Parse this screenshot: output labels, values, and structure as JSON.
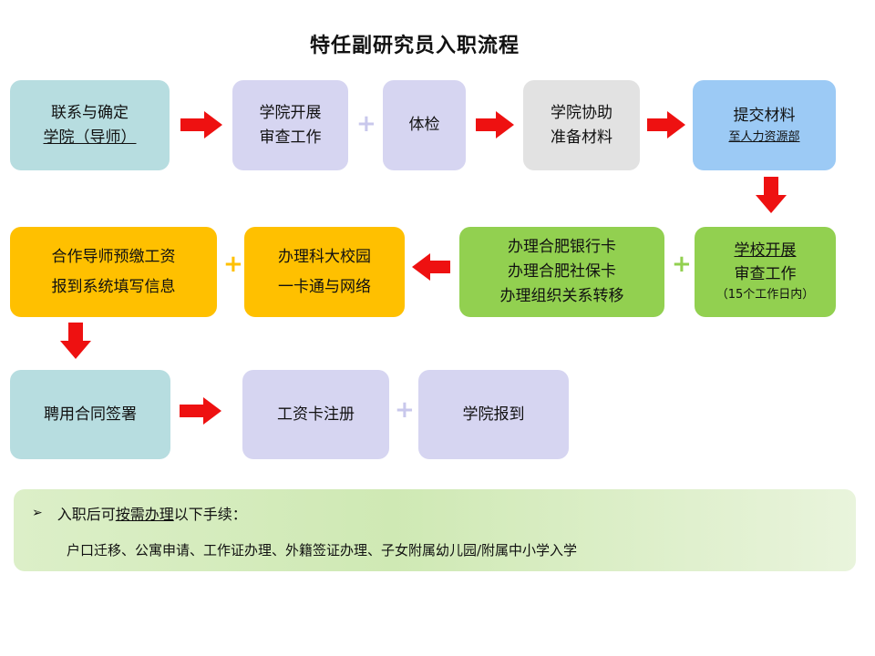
{
  "title": "特任副研究员入职流程",
  "colors": {
    "arrow": "#ee1111",
    "teal": "#b7dde0",
    "lavender": "#d6d5f1",
    "grey": "#e2e2e2",
    "blue": "#9ccaf5",
    "green": "#92d050",
    "amber": "#ffc000"
  },
  "steps": {
    "contact": {
      "line1": "联系与确定",
      "line2": "学院（导师）"
    },
    "college_review": {
      "line1": "学院开展",
      "line2": "审查工作"
    },
    "medical": {
      "line1": "体检"
    },
    "college_assist": {
      "line1": "学院协助",
      "line2": "准备材料"
    },
    "submit": {
      "line1": "提交材料",
      "line2": "至人力资源部"
    },
    "school_review": {
      "line1": "学校开展",
      "line2": "审查工作",
      "line3": "（15个工作日内）"
    },
    "bank": {
      "line1": "办理合肥银行卡",
      "line2": "办理合肥社保卡",
      "line3": "办理组织关系转移"
    },
    "campus_card": {
      "line1": "办理科大校园",
      "line2": "一卡通与网络"
    },
    "advisor_pay": {
      "line1": "合作导师预缴工资",
      "line2": "报到系统填写信息"
    },
    "contract": {
      "line1": "聘用合同签署"
    },
    "salary_card": {
      "line1": "工资卡注册"
    },
    "report": {
      "line1": "学院报到"
    }
  },
  "note": {
    "bullet": "➢",
    "head_pre": "入职后可",
    "head_u": "按需办理",
    "head_post": "以下手续：",
    "body": "户口迁移、公寓申请、工作证办理、外籍签证办理、子女附属幼儿园/附属中小学入学"
  },
  "icons": {
    "arrow": "red-block-arrow-icon",
    "plus": "plus-icon"
  }
}
